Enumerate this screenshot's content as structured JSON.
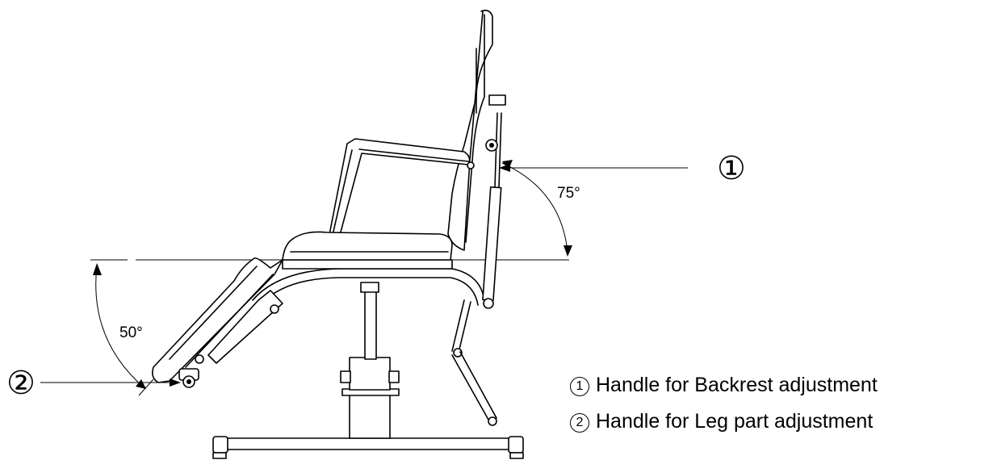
{
  "callouts": {
    "backrest_marker": "①",
    "leg_marker": "②"
  },
  "angles": {
    "backrest_label": "75°",
    "leg_label": "50°"
  },
  "legend": [
    {
      "marker": "1",
      "text": "Handle for Backrest adjustment"
    },
    {
      "marker": "2",
      "text": "Handle for Leg part adjustment"
    }
  ]
}
